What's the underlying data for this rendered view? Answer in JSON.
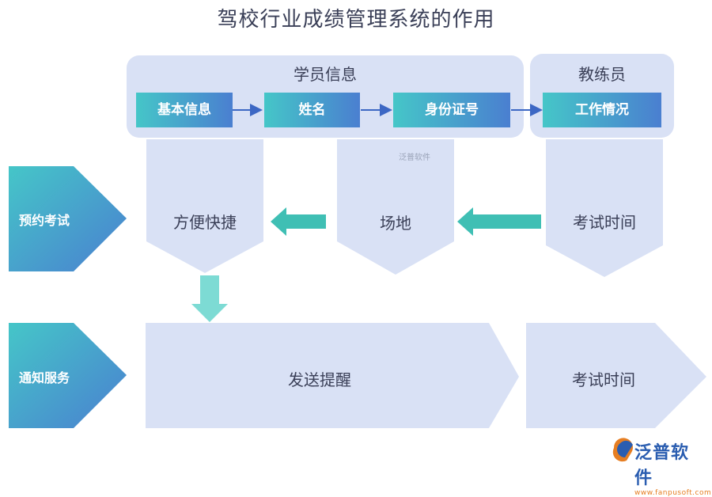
{
  "title": "驾校行业成绩管理系统的作用",
  "student_panel": {
    "label": "学员信息",
    "items": [
      "基本信息",
      "姓名",
      "身份证号"
    ]
  },
  "coach_panel": {
    "label": "教练员",
    "items": [
      "工作情况"
    ]
  },
  "rows": [
    {
      "label": "预约考试",
      "nodes": [
        "方便快捷",
        "场地",
        "考试时间"
      ]
    },
    {
      "label": "通知服务",
      "nodes": [
        "发送提醒",
        "考试时间"
      ]
    }
  ],
  "watermark": "泛普软件",
  "logo": {
    "name": "泛普软件",
    "url": "www.fanpusoft.com"
  },
  "colors": {
    "panel_fill": "#d9e1f5",
    "chip_gradient_start": "#45c6c8",
    "chip_gradient_end": "#4a7fd0",
    "arrow_teal": "#3fbfb4",
    "arrow_light_teal": "#7ddbd4",
    "text": "#3a3f57"
  }
}
